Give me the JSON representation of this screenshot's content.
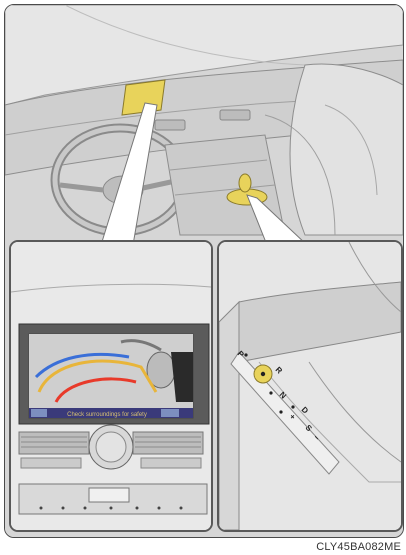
{
  "image": {
    "code": "CLY45BA082ME"
  },
  "screen": {
    "message": "Check surroundings for safety"
  },
  "shift_gate": {
    "positions": [
      "P",
      "R",
      "N",
      "D",
      "+",
      "S",
      "−"
    ]
  },
  "highlights": {
    "display_color": "#e8d35b",
    "shift_lever_color": "#e8d35b"
  },
  "guide_lines": {
    "colors": [
      "#e83a2a",
      "#e8b53a",
      "#3a6fd8"
    ]
  }
}
